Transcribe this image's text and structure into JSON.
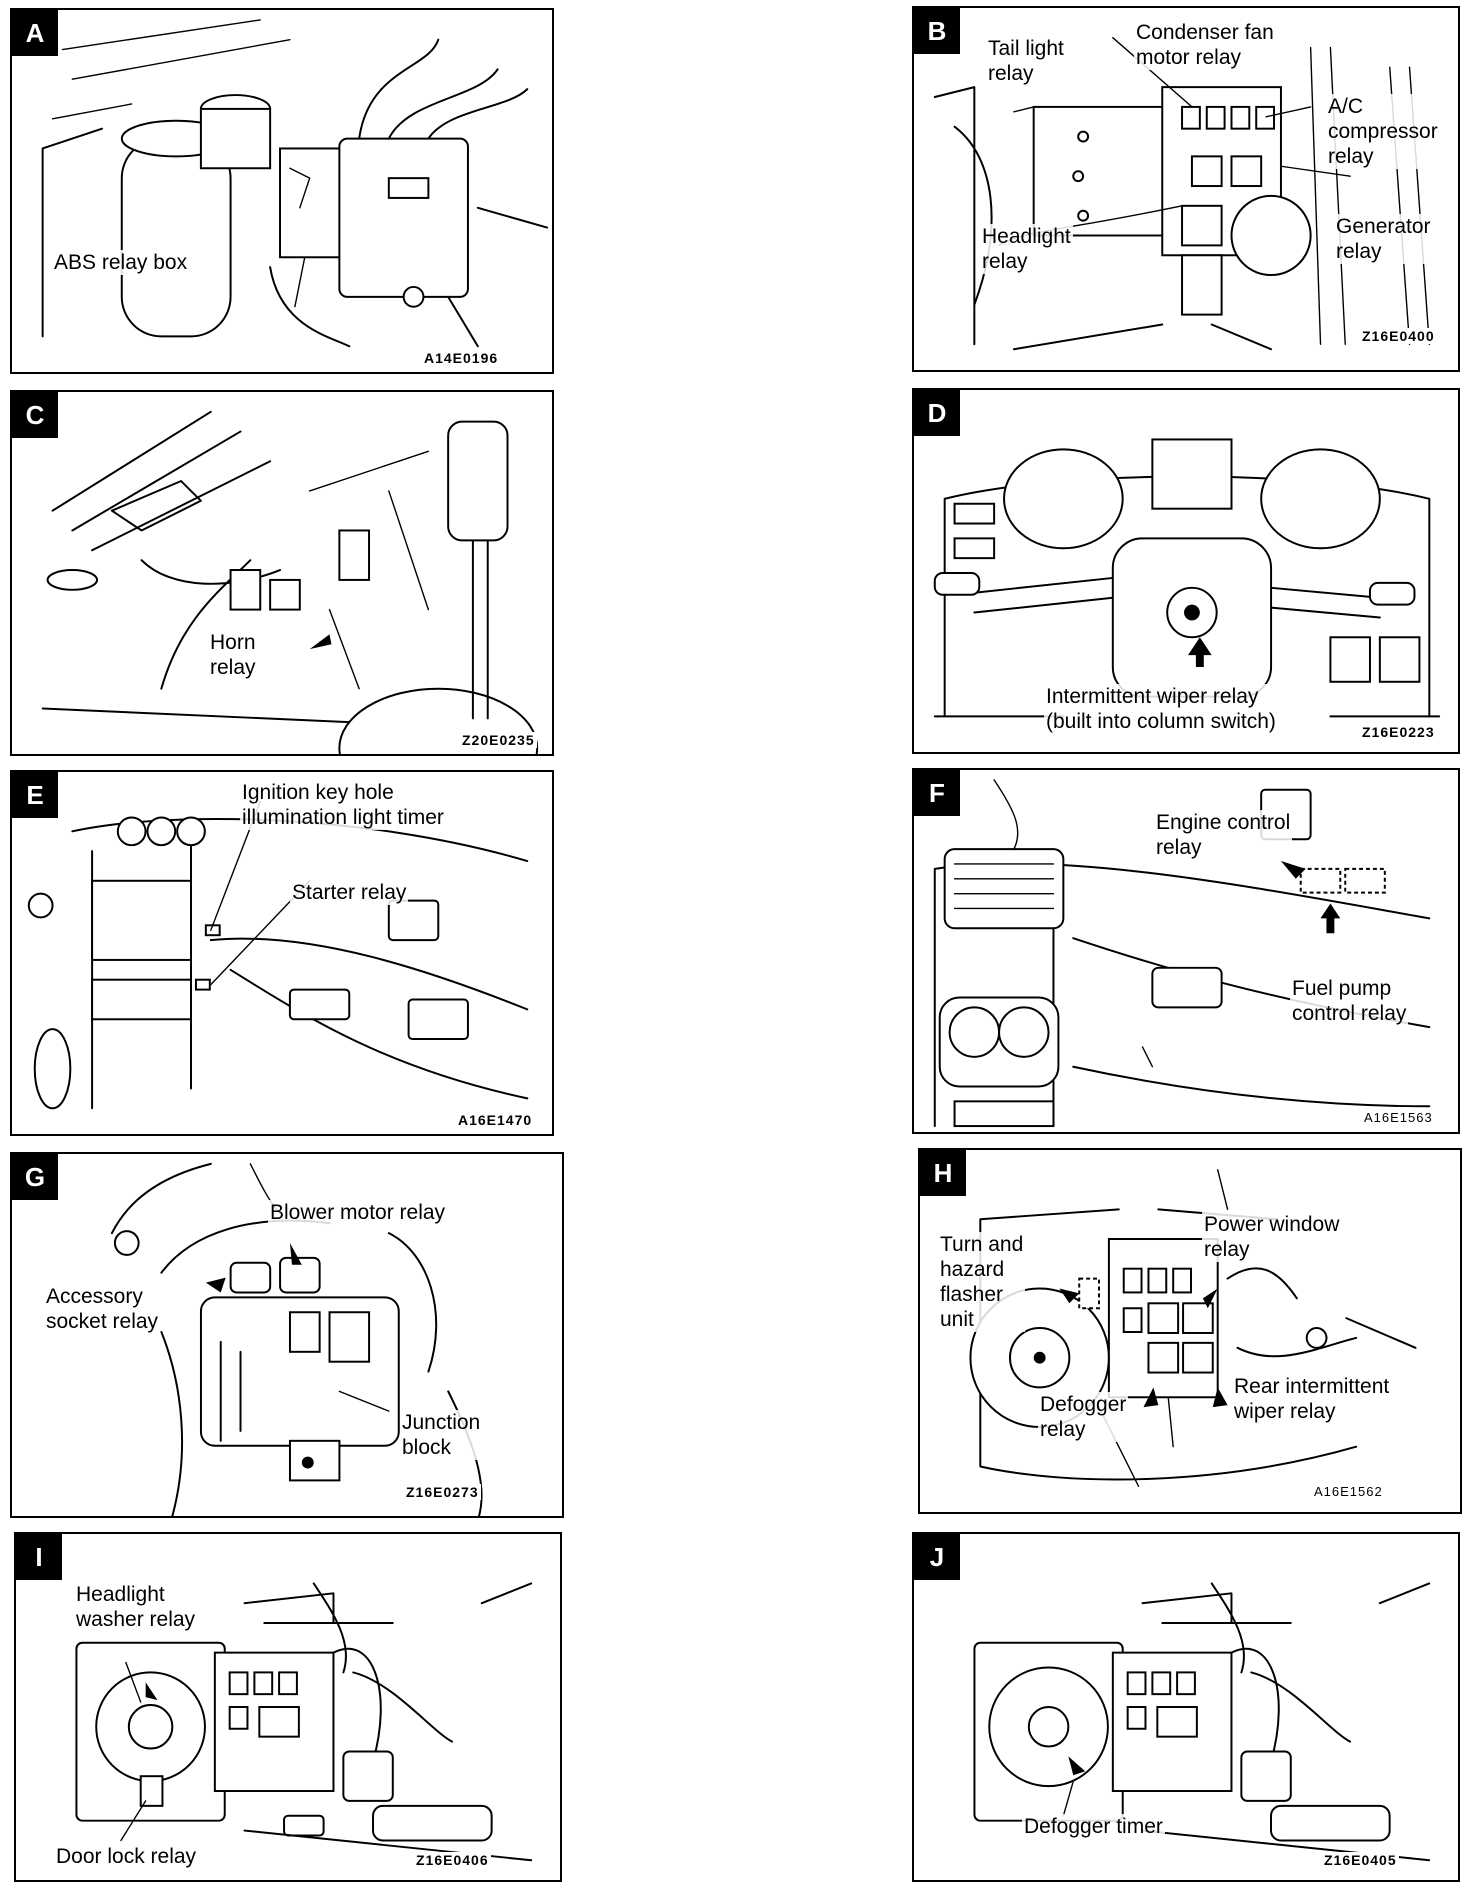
{
  "panels": {
    "A": {
      "letter": "A",
      "labels": [
        "ABS relay box"
      ],
      "code": "A14E0196"
    },
    "B": {
      "letter": "B",
      "labels": [
        "Tail light\nrelay",
        "Condenser fan\nmotor relay",
        "A/C\ncompressor\nrelay",
        "Headlight\nrelay",
        "Generator\nrelay"
      ],
      "code": "Z16E0400"
    },
    "C": {
      "letter": "C",
      "labels": [
        "Horn\nrelay"
      ],
      "code": "Z20E0235"
    },
    "D": {
      "letter": "D",
      "labels": [
        "Intermittent wiper relay\n(built into column switch)"
      ],
      "code": "Z16E0223"
    },
    "E": {
      "letter": "E",
      "labels": [
        "Ignition key hole\nillumination light timer",
        "Starter relay"
      ],
      "code": "A16E1470"
    },
    "F": {
      "letter": "F",
      "labels": [
        "Engine control\nrelay",
        "Fuel pump\ncontrol relay"
      ],
      "code": "A16E1563"
    },
    "G": {
      "letter": "G",
      "labels": [
        "Blower motor relay",
        "Accessory\nsocket relay",
        "Junction\nblock"
      ],
      "code": "Z16E0273"
    },
    "H": {
      "letter": "H",
      "labels": [
        "Power window\nrelay",
        "Turn and\nhazard\nflasher\nunit",
        "Defogger\nrelay",
        "Rear intermittent\nwiper relay"
      ],
      "code": "A16E1562"
    },
    "I": {
      "letter": "I",
      "labels": [
        "Headlight\nwasher relay",
        "Door lock relay"
      ],
      "code": "Z16E0406"
    },
    "J": {
      "letter": "J",
      "labels": [
        "Defogger timer"
      ],
      "code": "Z16E0405"
    }
  }
}
